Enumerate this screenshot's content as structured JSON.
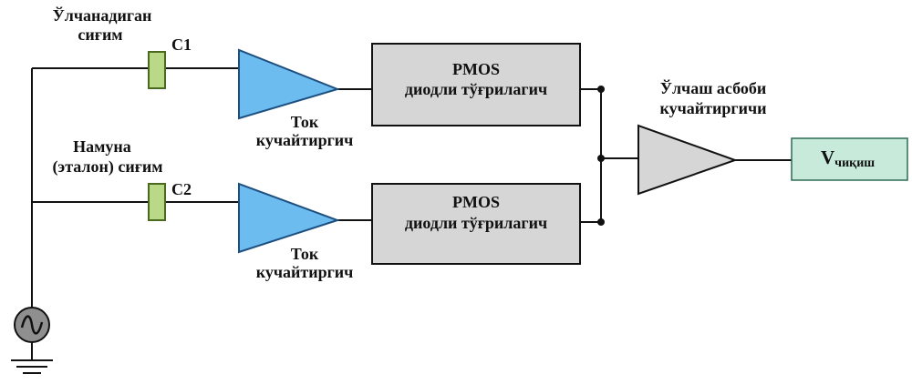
{
  "labels": {
    "measured_cap_line1": "Ўлчанадиган",
    "measured_cap_line2": "сиғим",
    "c1": "C1",
    "reference_cap_line1": "Намуна",
    "reference_cap_line2": "(эталон) сиғим",
    "c2": "C2",
    "amp_top_line1": "Ток",
    "amp_top_line2": "кучайтиргич",
    "amp_bottom_line1": "Ток",
    "amp_bottom_line2": "кучайтиргич",
    "rect_top_line1": "PMOS",
    "rect_top_line2": "диодли тўғрилагич",
    "rect_bottom_line1": "PMOS",
    "rect_bottom_line2": "диодли тўғрилагич",
    "meter_amp_line1": "Ўлчаш асбоби",
    "meter_amp_line2": "кучайтиргичи",
    "output_main": "V",
    "output_sub": "чиқиш"
  },
  "colors": {
    "capacitor_fill": "#b9d986",
    "current_amp_fill": "#6cbcf0",
    "rectifier_fill": "#d6d6d6",
    "meter_amp_fill": "#d6d6d6",
    "output_fill": "#c7eadb",
    "source_fill": "#8f8f8f",
    "wire": "#111111"
  },
  "icons": {
    "source": "ac-source-icon",
    "ground": "ground-icon"
  }
}
